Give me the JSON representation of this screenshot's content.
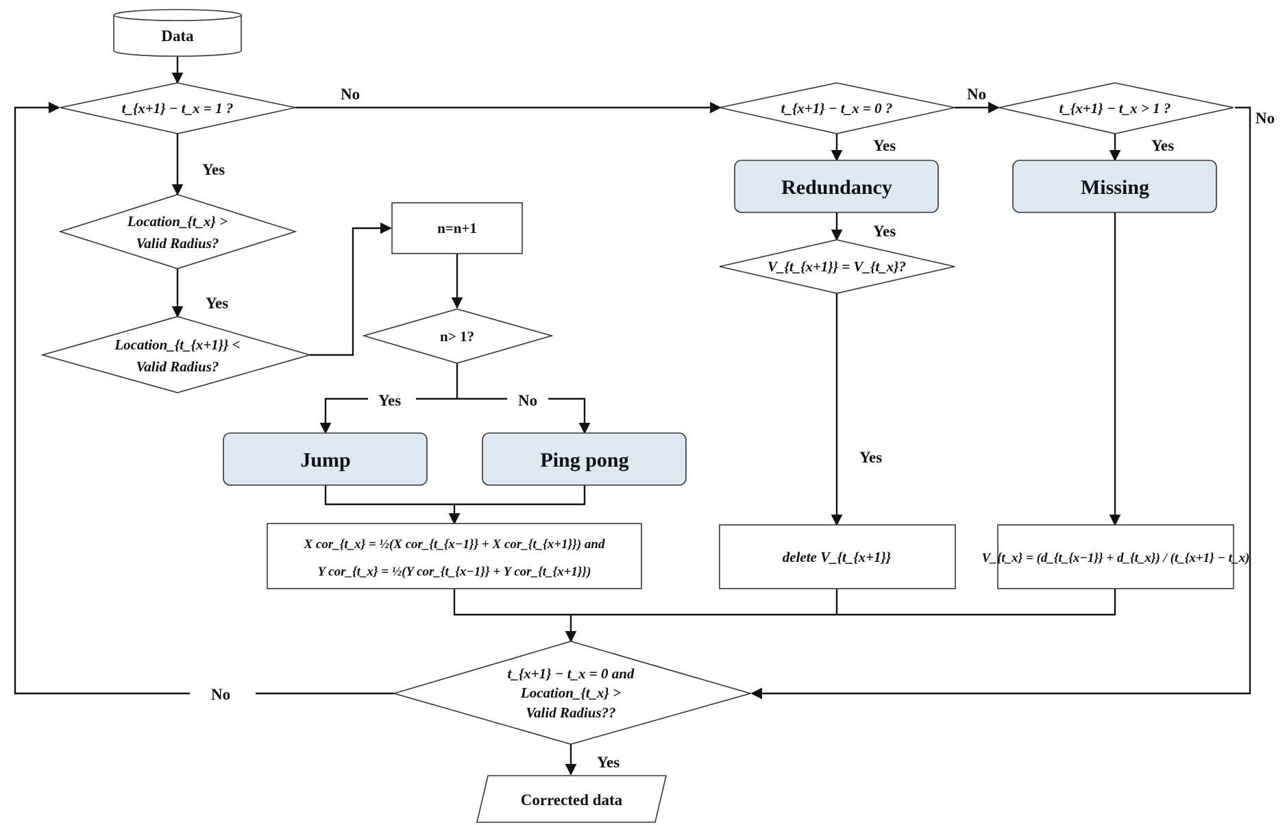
{
  "nodes": {
    "start": "Data",
    "d1": "t_{x+1} − t_x = 1 ?",
    "d2": "t_{x+1} − t_x = 0 ?",
    "d3": "t_{x+1} − t_x > 1 ?",
    "d4_line1": "Location_{t_x} >",
    "d4_line2": "Valid Radius?",
    "d5_line1": "Location_{t_{x+1}} <",
    "d5_line2": "Valid Radius?",
    "counter": "n=n+1",
    "d6": "n> 1?",
    "jump": "Jump",
    "pingpong": "Ping pong",
    "redundancy": "Redundancy",
    "missing": "Missing",
    "d7": "V_{t_{x+1}} = V_{t_x}?",
    "correct_line1": "X cor_{t_x} = ½(X cor_{t_{x−1}} + X cor_{t_{x+1}}) and",
    "correct_line2": "Y cor_{t_x} = ½(Y cor_{t_{x−1}} + Y cor_{t_{x+1}})",
    "delete": "delete V_{t_{x+1}}",
    "interp": "V_{t_x} = (d_{t_{x−1}} + d_{t_x}) / (t_{x+1} − t_x)",
    "final_line1": "t_{x+1} − t_x = 0 and",
    "final_line2": "Location_{t_x} >",
    "final_line3": "Valid Radius??",
    "end": "Corrected data"
  },
  "edges": {
    "yes": "Yes",
    "no": "No"
  },
  "colors": {
    "process_fill": "#dde8f3",
    "stroke": "#333333"
  }
}
